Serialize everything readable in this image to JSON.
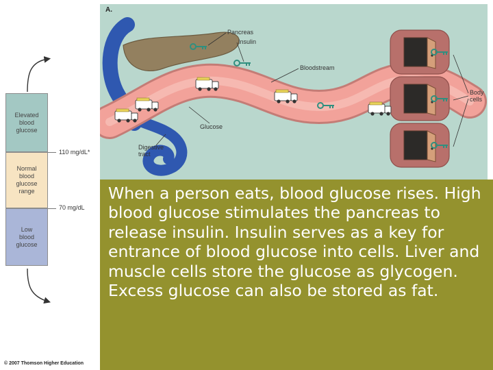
{
  "scale": {
    "elevated": "Elevated\nblood\nglucose",
    "normal": "Normal\nblood\nglucose\nrange",
    "low": "Low\nblood\nglucose",
    "upper_threshold": "110 mg/dL*",
    "lower_threshold": "70 mg/dL"
  },
  "copyright": "© 2007 Thomson Higher Education",
  "illustration": {
    "panel_letter": "A.",
    "labels": {
      "pancreas": "Pancreas",
      "insulin": "Insulin",
      "bloodstream": "Bloodstream",
      "body_cells": "Body\ncells",
      "glucose": "Glucose",
      "digestive_tract": "Digestive\ntract"
    }
  },
  "caption": "When a person eats, blood glucose rises. High blood glucose stimulates the pancreas to release insulin. Insulin serves as a key for entrance of blood glucose into cells. Liver and muscle cells store the glucose as glycogen. Excess glucose can also be stored as fat.",
  "colors": {
    "illustration_bg": "#b9d7cd",
    "caption_bg": "#94922e",
    "elevated": "#a3c8c3",
    "normal": "#f7e4c2",
    "low": "#aab6d8",
    "blood_vessel": "#f2a29a",
    "digestive_tract": "#2f58b0",
    "pancreas": "#93805f",
    "cells": "#b8706b"
  }
}
